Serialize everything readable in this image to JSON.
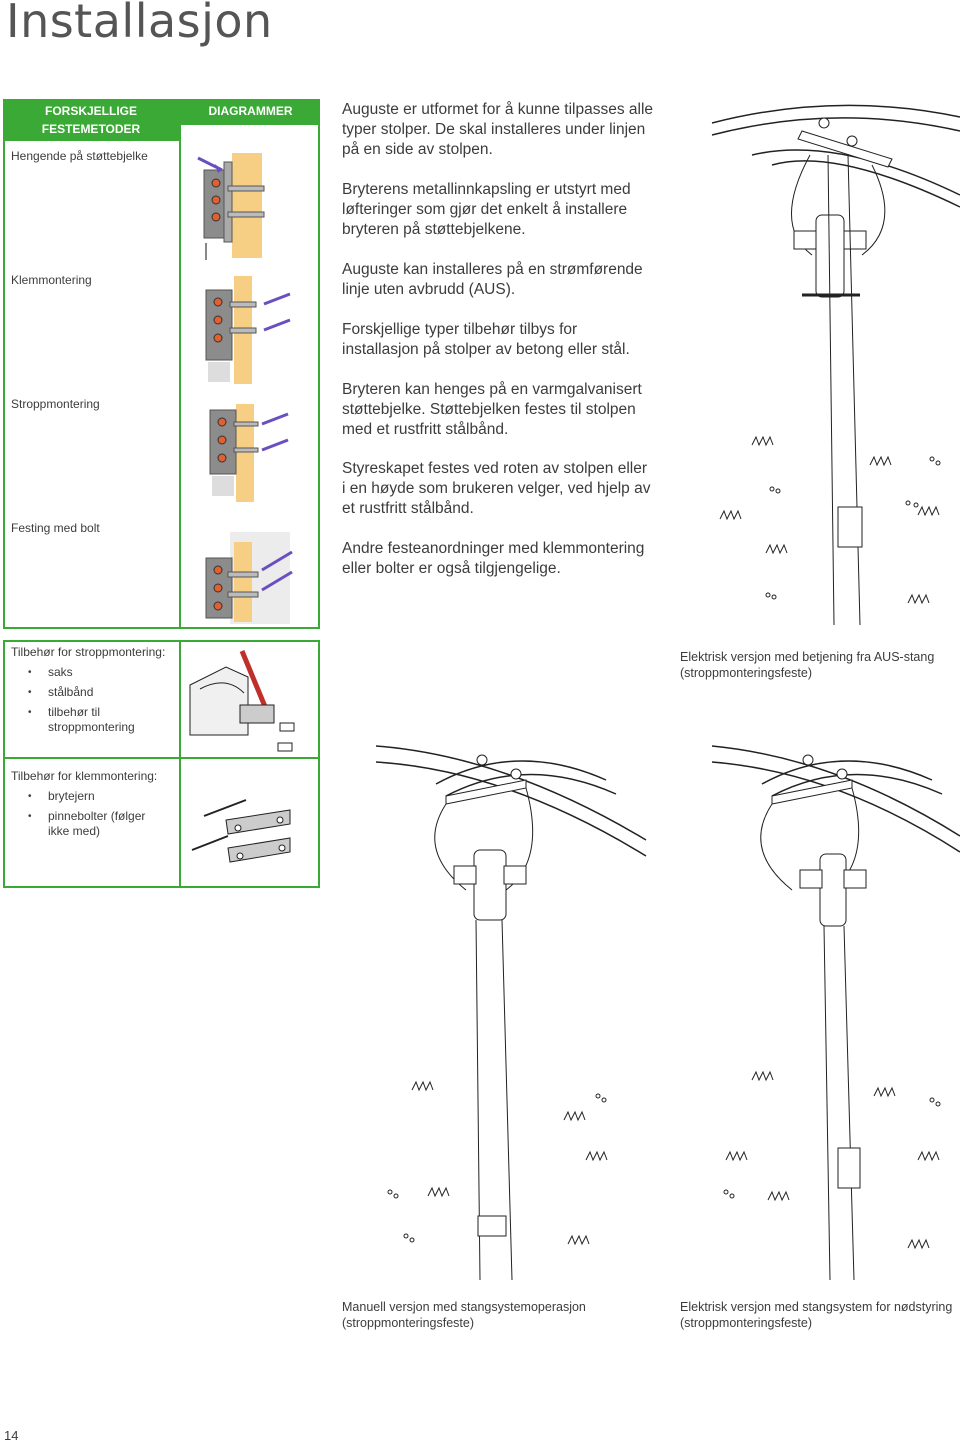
{
  "page_title": "Installasjon",
  "table": {
    "header_col1": "FORSKJELLIGE FESTEMETODER",
    "header_col2": "DIAGRAMMER",
    "rows": [
      "Hengende på støttebjelke",
      "Klemmontering",
      "Stroppmontering",
      "Festing med bolt"
    ]
  },
  "paragraphs": [
    "Auguste er utformet for å kunne tilpasses alle typer stolper. De skal installeres under linjen på en side av stolpen.",
    "Bryterens metallinnkapsling er utstyrt med løfteringer som gjør det enkelt å installere bryteren på støttebjelkene.",
    "Auguste kan installeres på en strømførende linje uten avbrudd (AUS).",
    "Forskjellige typer tilbehør tilbys for installasjon på stolper av betong eller stål.",
    "Bryteren kan henges på en varmgalvanisert støttebjelke. Støttebjelken festes til stolpen med et rustfritt stålbånd.",
    "Styreskapet festes ved roten av stolpen eller i en høyde som brukeren velger, ved hjelp av et rustfritt stålbånd.",
    "Andre festeanordninger med klemmontering eller bolter er også tilgjengelige."
  ],
  "strap_accessories": {
    "title": "Tilbehør for stroppmontering:",
    "items": [
      "saks",
      "stålbånd",
      "tilbehør til stroppmontering"
    ]
  },
  "clamp_accessories": {
    "title": "Tilbehør for klemmontering:",
    "items": [
      "brytejern",
      "pinnebolter (følger ikke med)"
    ]
  },
  "captions": {
    "top_right": "Elektrisk versjon med betjening fra AUS-stang (stroppmonteringsfeste)",
    "bottom_left": "Manuell versjon med stangsystemoperasjon (stroppmonteringsfeste)",
    "bottom_right": "Elektrisk versjon med stangsystem for nødstyring (stroppmonteringsfeste)"
  },
  "page_number": "14",
  "colors": {
    "accent_green": "#3aa935",
    "text": "#3c3c3c",
    "wood": "#f6cf85"
  }
}
